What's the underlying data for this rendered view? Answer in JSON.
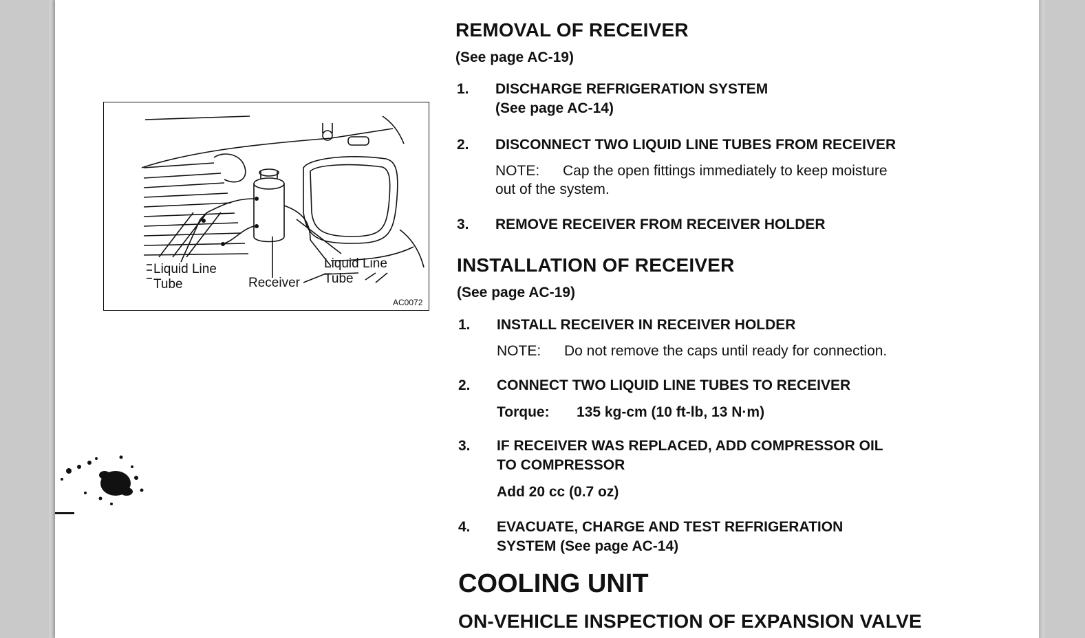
{
  "figure": {
    "labels": {
      "liquid_line_left_1": "Liquid Line",
      "liquid_line_left_2": "Tube",
      "receiver": "Receiver",
      "liquid_line_right_1": "Liquid Line",
      "liquid_line_right_2": "Tube"
    },
    "code": "AC0072"
  },
  "removal": {
    "title": "REMOVAL OF RECEIVER",
    "ref": "(See page AC-19)",
    "steps": [
      {
        "num": "1.",
        "lines": [
          "DISCHARGE REFRIGERATION SYSTEM",
          "(See page AC-14)"
        ]
      },
      {
        "num": "2.",
        "lines": [
          "DISCONNECT TWO LIQUID LINE TUBES FROM RECEIVER"
        ],
        "note_label": "NOTE:",
        "note_lines": [
          "Cap the open fittings immediately to keep moisture",
          "out of the system."
        ]
      },
      {
        "num": "3.",
        "lines": [
          "REMOVE RECEIVER FROM RECEIVER HOLDER"
        ]
      }
    ]
  },
  "installation": {
    "title": "INSTALLATION OF RECEIVER",
    "ref": "(See page AC-19)",
    "steps": [
      {
        "num": "1.",
        "lines": [
          "INSTALL RECEIVER IN RECEIVER HOLDER"
        ],
        "note_label": "NOTE:",
        "note_lines": [
          "Do not remove the caps until ready for connection."
        ]
      },
      {
        "num": "2.",
        "lines": [
          "CONNECT TWO LIQUID LINE TUBES TO RECEIVER"
        ],
        "detail_label": "Torque:",
        "detail_value": "135 kg-cm (10 ft-lb, 13 N·m)"
      },
      {
        "num": "3.",
        "lines": [
          "IF RECEIVER WAS REPLACED, ADD COMPRESSOR OIL",
          "TO COMPRESSOR"
        ],
        "detail_value": "Add 20 cc (0.7 oz)"
      },
      {
        "num": "4.",
        "lines": [
          "EVACUATE, CHARGE AND TEST REFRIGERATION",
          "SYSTEM (See page AC-14)"
        ]
      }
    ]
  },
  "cooling": {
    "title": "COOLING UNIT",
    "subtitle": "ON-VEHICLE INSPECTION OF EXPANSION VALVE"
  }
}
